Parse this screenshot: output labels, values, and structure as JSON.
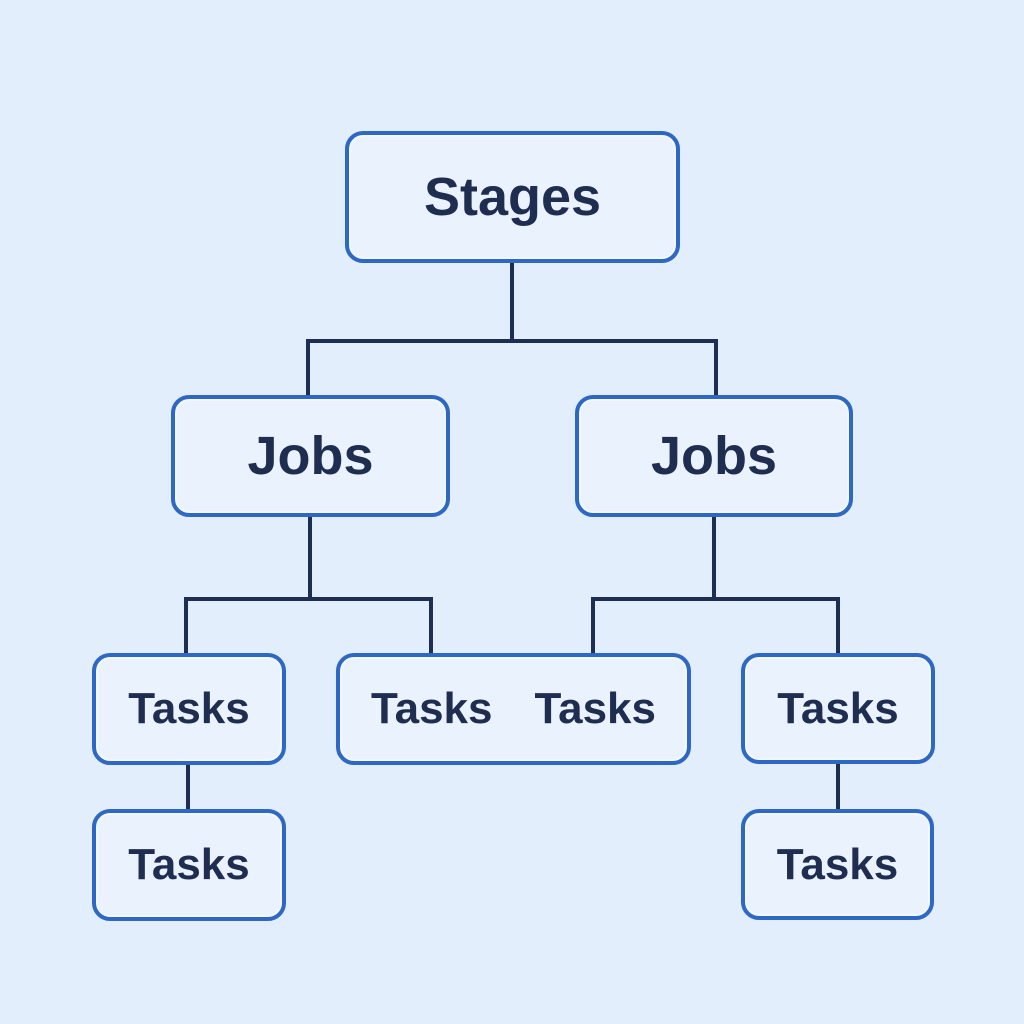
{
  "diagram": {
    "type": "org-chart-hierarchy",
    "colors": {
      "background": "#e2eefb",
      "node_fill": "#eaf3fd",
      "node_border": "#2c68c4",
      "text": "#1f2d50",
      "connector": "#1d2e52"
    },
    "nodes": {
      "stages": {
        "label": "Stages",
        "level": 1
      },
      "jobs_left": {
        "label": "Jobs",
        "level": 2
      },
      "jobs_right": {
        "label": "Jobs",
        "level": 2
      },
      "tasks_left": {
        "label": "Tasks",
        "level": 3
      },
      "tasks_mid_a": {
        "label": "Tasks",
        "level": 3
      },
      "tasks_mid_b": {
        "label": "Tasks",
        "level": 3
      },
      "tasks_right": {
        "label": "Tasks",
        "level": 3
      },
      "tasks_bottom_left": {
        "label": "Tasks",
        "level": 4
      },
      "tasks_bottom_right": {
        "label": "Tasks",
        "level": 4
      }
    },
    "edges": [
      {
        "from": "stages",
        "to": "jobs_left"
      },
      {
        "from": "stages",
        "to": "jobs_right"
      },
      {
        "from": "jobs_left",
        "to": "tasks_left"
      },
      {
        "from": "jobs_left",
        "to": "tasks_mid"
      },
      {
        "from": "jobs_right",
        "to": "tasks_mid"
      },
      {
        "from": "jobs_right",
        "to": "tasks_right"
      },
      {
        "from": "tasks_left",
        "to": "tasks_bottom_left"
      },
      {
        "from": "tasks_right",
        "to": "tasks_bottom_right"
      }
    ]
  }
}
